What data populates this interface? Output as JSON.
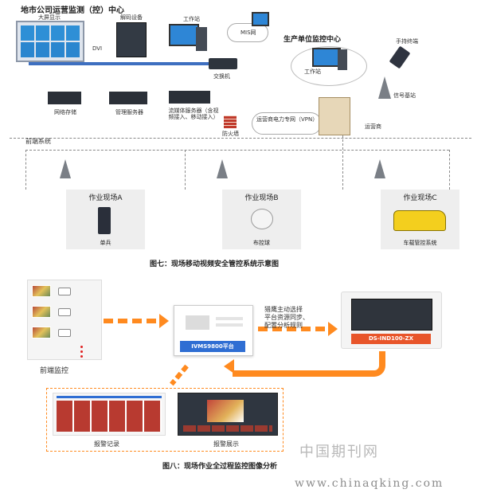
{
  "fig7": {
    "center_title": "地市公司运营监测（控）中心",
    "labels": {
      "big_screen": "大屏显示",
      "decoder": "解码设备",
      "workstation": "工作站",
      "mis": "MIS网",
      "dvi": "DVI",
      "switch": "交换机",
      "network_storage": "网络存储",
      "mgmt_server": "管理服务器",
      "stream_server": "流媒体服务器（含视频接入、移动接入）",
      "firewall": "防火墙",
      "operator_vpn": "运营商电力专网（VPN）",
      "prod_center": "生产单位监控中心",
      "prod_workstation": "工作站",
      "handheld": "手持终端",
      "base_station": "信号基站",
      "operator": "运营商",
      "front_system": "前端系统"
    },
    "sites": [
      {
        "title": "作业现场A",
        "device": "单兵"
      },
      {
        "title": "作业现场B",
        "device": "布控球"
      },
      {
        "title": "作业现场C",
        "device": "车载管控系统"
      }
    ],
    "caption": "图七：现场移动视频安全管控系统示意图"
  },
  "fig8": {
    "front_monitor": "前端监控",
    "platform": "IVMS9800平台",
    "device": "DS-IND100-ZX",
    "arrow_text_1": "猎鹰主动选择",
    "arrow_text_2": "平台资源同步、",
    "arrow_text_3": "配置分析规则",
    "alarm_record": "报警记录",
    "alarm_display": "报警展示",
    "caption": "图八：现场作业全过程监控图像分析"
  },
  "watermark": {
    "cn": "中国期刊网",
    "url": "www.chinaqking.com"
  },
  "colors": {
    "bus": "#3e6fc0",
    "orange": "#ff8a1f",
    "platform_blue": "#2f6ed3",
    "device_red": "#e8552a"
  }
}
